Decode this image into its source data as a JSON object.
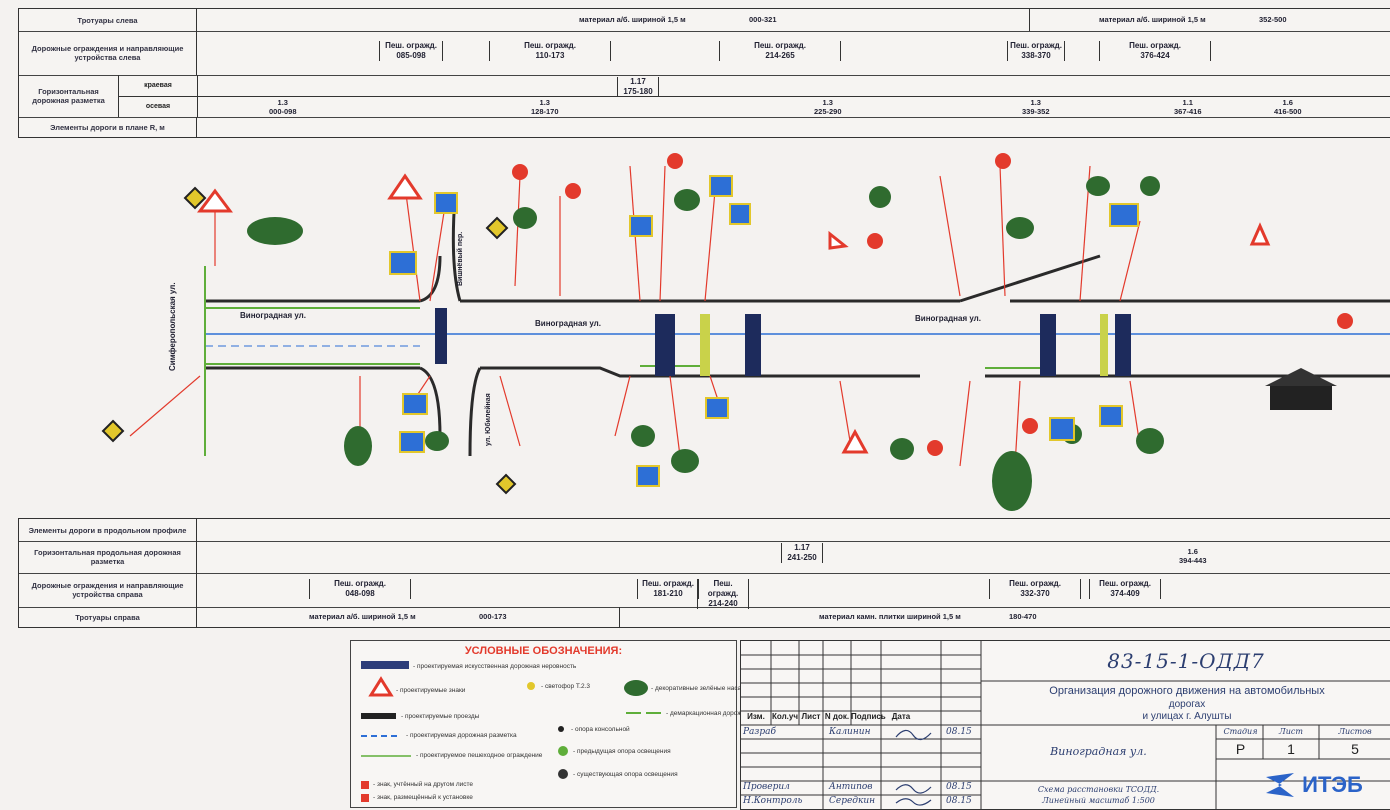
{
  "top_table": {
    "rows": [
      {
        "label": "Тротуары слева"
      },
      {
        "label": "Дорожные ограждения и направляющие устройства слева"
      },
      {
        "label": "Горизонтальная дорожная разметка",
        "sub": [
          "краевая",
          "осевая"
        ]
      },
      {
        "label": "Элементы дороги в плане R, м"
      }
    ],
    "sidewalk_left": [
      {
        "text": "материал а/б. шириной 1,5 м",
        "range": "000-321"
      },
      {
        "text": "материал а/б. шириной 1,5 м",
        "range": "352-500"
      }
    ],
    "guards_left": [
      {
        "name": "Пеш. огражд.",
        "range": "085-098"
      },
      {
        "name": "Пеш. огражд.",
        "range": "110-173"
      },
      {
        "name": "Пеш. огражд.",
        "range": "214-265"
      },
      {
        "name": "Пеш. огражд.",
        "range": "338-370"
      },
      {
        "name": "Пеш. огражд.",
        "range": "376-424"
      }
    ],
    "edge_marking": [
      {
        "code": "1.17",
        "range": "175-180"
      }
    ],
    "axial_marking": [
      {
        "code": "1.3",
        "range": "000-098"
      },
      {
        "code": "1.3",
        "range": "128-170"
      },
      {
        "code": "1.3",
        "range": "225-290"
      },
      {
        "code": "1.3",
        "range": "339-352"
      },
      {
        "code": "1.1",
        "range": "367-416"
      },
      {
        "code": "1.6",
        "range": "416-500"
      }
    ]
  },
  "plan": {
    "street_labels": [
      "Виноградная ул.",
      "Виноградная ул.",
      "Виноградная ул.",
      "Симферопольская ул.",
      "Вишнёвый пер.",
      "ул. Юбилейная"
    ]
  },
  "bottom_table": {
    "rows": [
      {
        "label": "Элементы дороги в продольном профиле"
      },
      {
        "label": "Горизонтальная продольная дорожная разметка"
      },
      {
        "label": "Дорожные ограждения и направляющие устройства справа"
      },
      {
        "label": "Тротуары справа"
      }
    ],
    "marking": [
      {
        "code": "1.17",
        "range": "241-250"
      },
      {
        "code": "1.6",
        "range": "394-443"
      }
    ],
    "guards_right": [
      {
        "name": "Пеш. огражд.",
        "range": "048-098"
      },
      {
        "name": "Пеш. огражд.",
        "range": "181-210"
      },
      {
        "name": "Пеш. огражд.",
        "range": "214-240"
      },
      {
        "name": "Пеш. огражд.",
        "range": "332-370"
      },
      {
        "name": "Пеш. огражд.",
        "range": "374-409"
      }
    ],
    "sidewalk_right": [
      {
        "text": "материал а/б. шириной 1,5 м",
        "range": "000-173"
      },
      {
        "text": "материал камн. плитки шириной 1,5 м",
        "range": "180-470"
      }
    ]
  },
  "legend": {
    "title": "УСЛОВНЫЕ ОБОЗНАЧЕНИЯ:",
    "items": [
      "- проектируемая искусственная дорожная неровность",
      "- проектируемые знаки",
      "- светофор Т.2.3",
      "- декоративные зелёные насаждения",
      "- демаркационная дорожная разметка",
      "- проектируемые проезды",
      "- опора консольной",
      "- проектируемая дорожная разметка",
      "- предыдущая опора освещения",
      "- проектируемое пешеходное ограждение",
      "- существующая опора освещения",
      "- знак, учтённый на другом листе",
      "- знак, размещённый к установке"
    ]
  },
  "stamp": {
    "doc_code": "83-15-1-ОДД7",
    "title_line1": "Организация дорожного движения на автомобильных",
    "title_line2": "дорогах",
    "title_line3": "и улицах г. Алушты",
    "street": "Виноградная ул.",
    "sheet_desc_line1": "Схема расстановки ТСОДД.",
    "sheet_desc_line2": "Линейный масштаб 1:500",
    "headers": [
      "Изм.",
      "Кол.уч",
      "Лист",
      "N док.",
      "Подпись",
      "Дата"
    ],
    "people": [
      {
        "role": "Разраб",
        "name": "Калинин",
        "date": "08.15"
      },
      {
        "role": "Проверил",
        "name": "Антипов",
        "date": "08.15"
      },
      {
        "role": "Н.Контроль",
        "name": "Середкин",
        "date": "08.15"
      }
    ],
    "stage_header": "Стадия",
    "sheet_header": "Лист",
    "sheets_header": "Листов",
    "stage": "Р",
    "sheet": "1",
    "sheets": "5",
    "company": "ИТЭБ",
    "colors": {
      "company_blue": "#2b63c8",
      "red": "#e33a2c",
      "green": "#2f6b2f",
      "sign_blue": "#2d6fd6",
      "yellow": "#e2c72b"
    }
  }
}
